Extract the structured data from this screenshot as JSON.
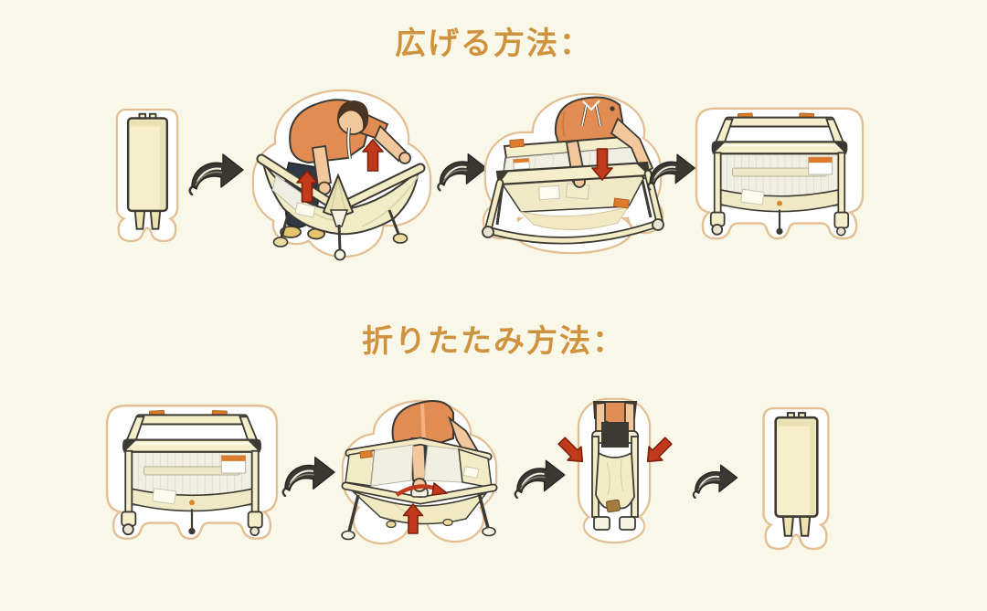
{
  "page": {
    "background": "#f8f7e8"
  },
  "colors": {
    "page_bg": "#f8f7e8",
    "title_text": "#cf9340",
    "sticker_border": "#e4bf93",
    "red_arrow": "#c23a1c",
    "swoosh_arrow": "#3a3833",
    "crib_cream": "#f4eecb",
    "shirt_orange": "#e08c52",
    "outline_dark": "#3c3a33",
    "label_orange": "#dd7b2c"
  },
  "icons": {
    "step_connector": "curved-swoosh-arrow",
    "action_indicator": "red-direction-arrow"
  },
  "sections": [
    {
      "title": "広げる方法：",
      "steps": [
        {
          "name": "folded-crib"
        },
        {
          "name": "lift-side-rails-up"
        },
        {
          "name": "press-floor-down"
        },
        {
          "name": "assembled-crib"
        }
      ]
    },
    {
      "title": "折りたたみ方法：",
      "steps": [
        {
          "name": "assembled-crib"
        },
        {
          "name": "pull-floor-handle-up"
        },
        {
          "name": "fold-frame-inward"
        },
        {
          "name": "folded-crib"
        }
      ]
    }
  ]
}
